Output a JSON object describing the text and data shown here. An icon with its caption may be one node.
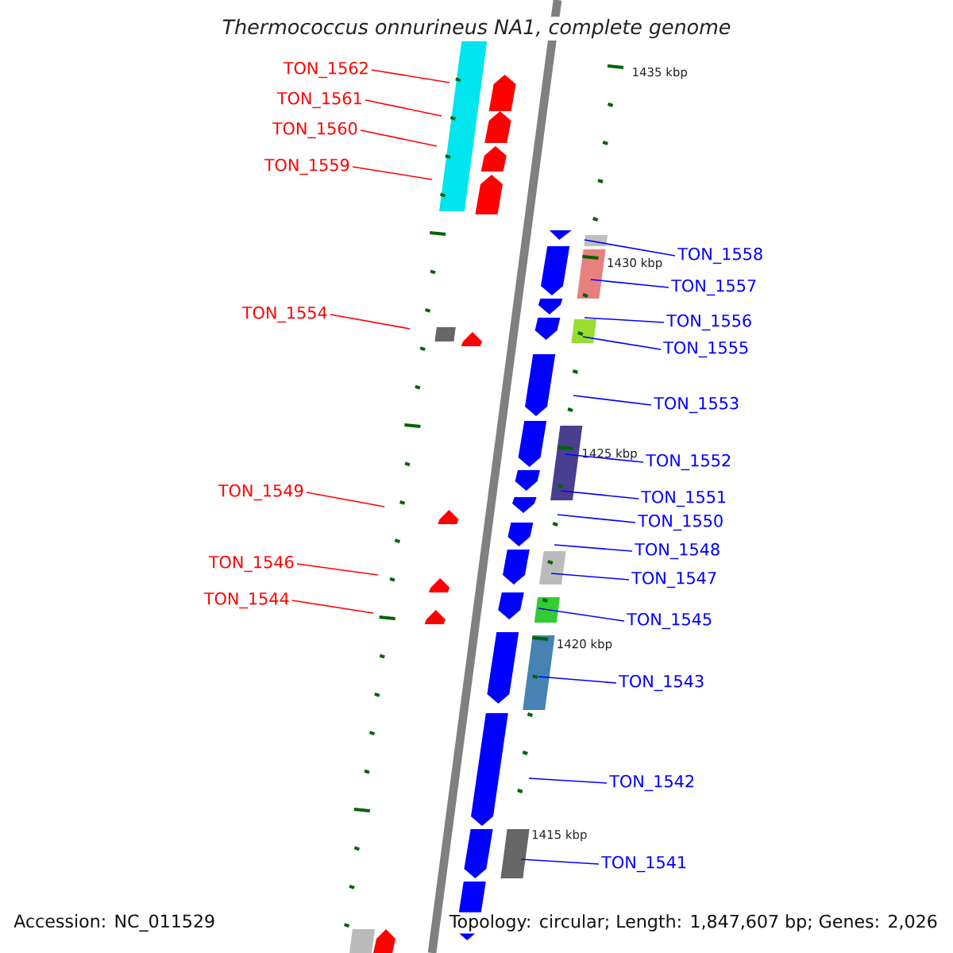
{
  "diagram": {
    "title": "Thermococcus onnurineus NA1, complete genome",
    "nodes": [
      {
        "text": [
          "TON_1562"
        ]
      },
      {
        "text": [
          "TON_1561"
        ]
      },
      {
        "text": [
          "TON_1560"
        ]
      },
      {
        "text": [
          "TON_1559"
        ]
      },
      {
        "text": [
          "TON_1554"
        ]
      },
      {
        "text": [
          "TON_1549"
        ]
      },
      {
        "text": [
          "TON_1546"
        ]
      },
      {
        "text": [
          "TON_1544"
        ]
      },
      {
        "text": [
          "TON_1558"
        ]
      },
      {
        "text": [
          "TON_1557"
        ]
      },
      {
        "text": [
          "TON_1556"
        ]
      },
      {
        "text": [
          "TON_1555"
        ]
      },
      {
        "text": [
          "TON_1553"
        ]
      },
      {
        "text": [
          "TON_1552"
        ]
      },
      {
        "text": [
          "TON_1551"
        ]
      },
      {
        "text": [
          "TON_1550"
        ]
      },
      {
        "text": [
          "TON_1548"
        ]
      },
      {
        "text": [
          "TON_1547"
        ]
      },
      {
        "text": [
          "TON_1545"
        ]
      },
      {
        "text": [
          "TON_1543"
        ]
      },
      {
        "text": [
          "TON_1542"
        ]
      },
      {
        "text": [
          "TON_1541"
        ]
      }
    ],
    "edges": [
      {
        "from": 0,
        "to": null,
        "arrow": "none",
        "color": "#ff0000"
      },
      {
        "from": 1,
        "to": null,
        "arrow": "none",
        "color": "#ff0000"
      },
      {
        "from": 2,
        "to": null,
        "arrow": "none",
        "color": "#ff0000"
      },
      {
        "from": 3,
        "to": null,
        "arrow": "none",
        "color": "#ff0000"
      },
      {
        "from": 4,
        "to": null,
        "arrow": "none",
        "color": "#ff0000"
      },
      {
        "from": 5,
        "to": null,
        "arrow": "none",
        "color": "#ff0000"
      },
      {
        "from": 6,
        "to": null,
        "arrow": "none",
        "color": "#ff0000"
      },
      {
        "from": 7,
        "to": null,
        "arrow": "none",
        "color": "#ff0000"
      },
      {
        "from": 8,
        "to": null,
        "arrow": "none"
      },
      {
        "from": 9,
        "to": null,
        "arrow": "none"
      },
      {
        "from": 10,
        "to": null,
        "arrow": "none"
      },
      {
        "from": 11,
        "to": null,
        "arrow": "none"
      },
      {
        "from": 12,
        "to": null,
        "arrow": "none"
      },
      {
        "from": 13,
        "to": null,
        "arrow": "none"
      },
      {
        "from": 14,
        "to": null,
        "arrow": "none"
      },
      {
        "from": 15,
        "to": null,
        "arrow": "none"
      },
      {
        "from": 16,
        "to": null,
        "arrow": "none"
      },
      {
        "from": 17,
        "to": null,
        "arrow": "none"
      },
      {
        "from": 18,
        "to": null,
        "arrow": "none"
      },
      {
        "from": 19,
        "to": null,
        "arrow": "none"
      },
      {
        "from": 20,
        "to": null,
        "arrow": "none"
      },
      {
        "from": 21,
        "to": null,
        "arrow": "none"
      }
    ],
    "labels": [
      "1435 kbp",
      "1430 kbp",
      "1425 kbp",
      "1420 kbp",
      "1415 kbp",
      "Accession: NC_011529",
      "Topology: circular; Length: 1,847,607 bp; Genes: 2,026"
    ]
  }
}
